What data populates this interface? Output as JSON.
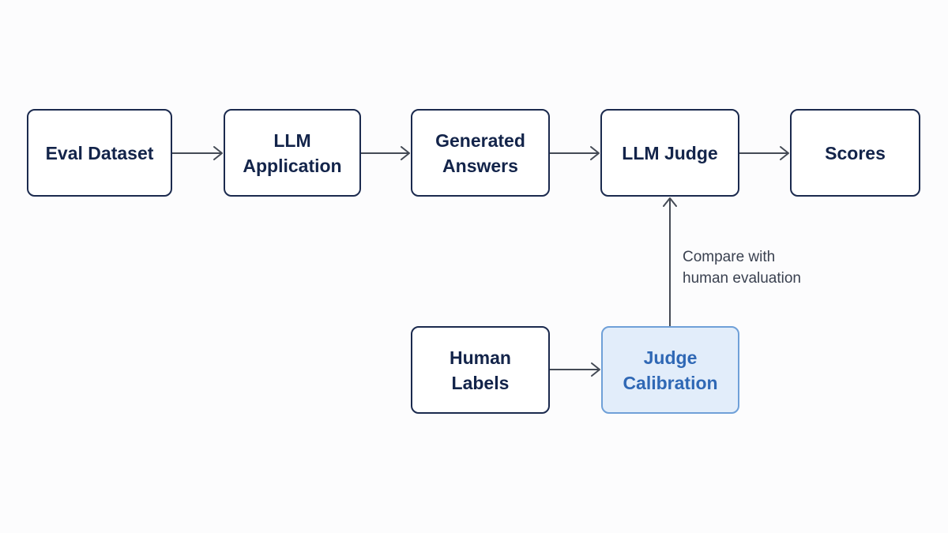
{
  "nodes": {
    "eval_dataset": "Eval Dataset",
    "llm_application": "LLM\nApplication",
    "generated_answers": "Generated\nAnswers",
    "llm_judge": "LLM Judge",
    "scores": "Scores",
    "human_labels": "Human\nLabels",
    "judge_calibration": "Judge\nCalibration"
  },
  "edges": [
    {
      "from": "eval_dataset",
      "to": "llm_application"
    },
    {
      "from": "llm_application",
      "to": "generated_answers"
    },
    {
      "from": "generated_answers",
      "to": "llm_judge"
    },
    {
      "from": "llm_judge",
      "to": "scores"
    },
    {
      "from": "human_labels",
      "to": "judge_calibration"
    },
    {
      "from": "judge_calibration",
      "to": "llm_judge"
    }
  ],
  "annotation": "Compare with\nhuman evaluation",
  "colors": {
    "node_border": "#1b2a4e",
    "node_text": "#13244a",
    "highlight_border": "#6fa0d8",
    "highlight_fill": "#e2edfa",
    "highlight_text": "#2f68b5",
    "edge": "#444a55"
  }
}
